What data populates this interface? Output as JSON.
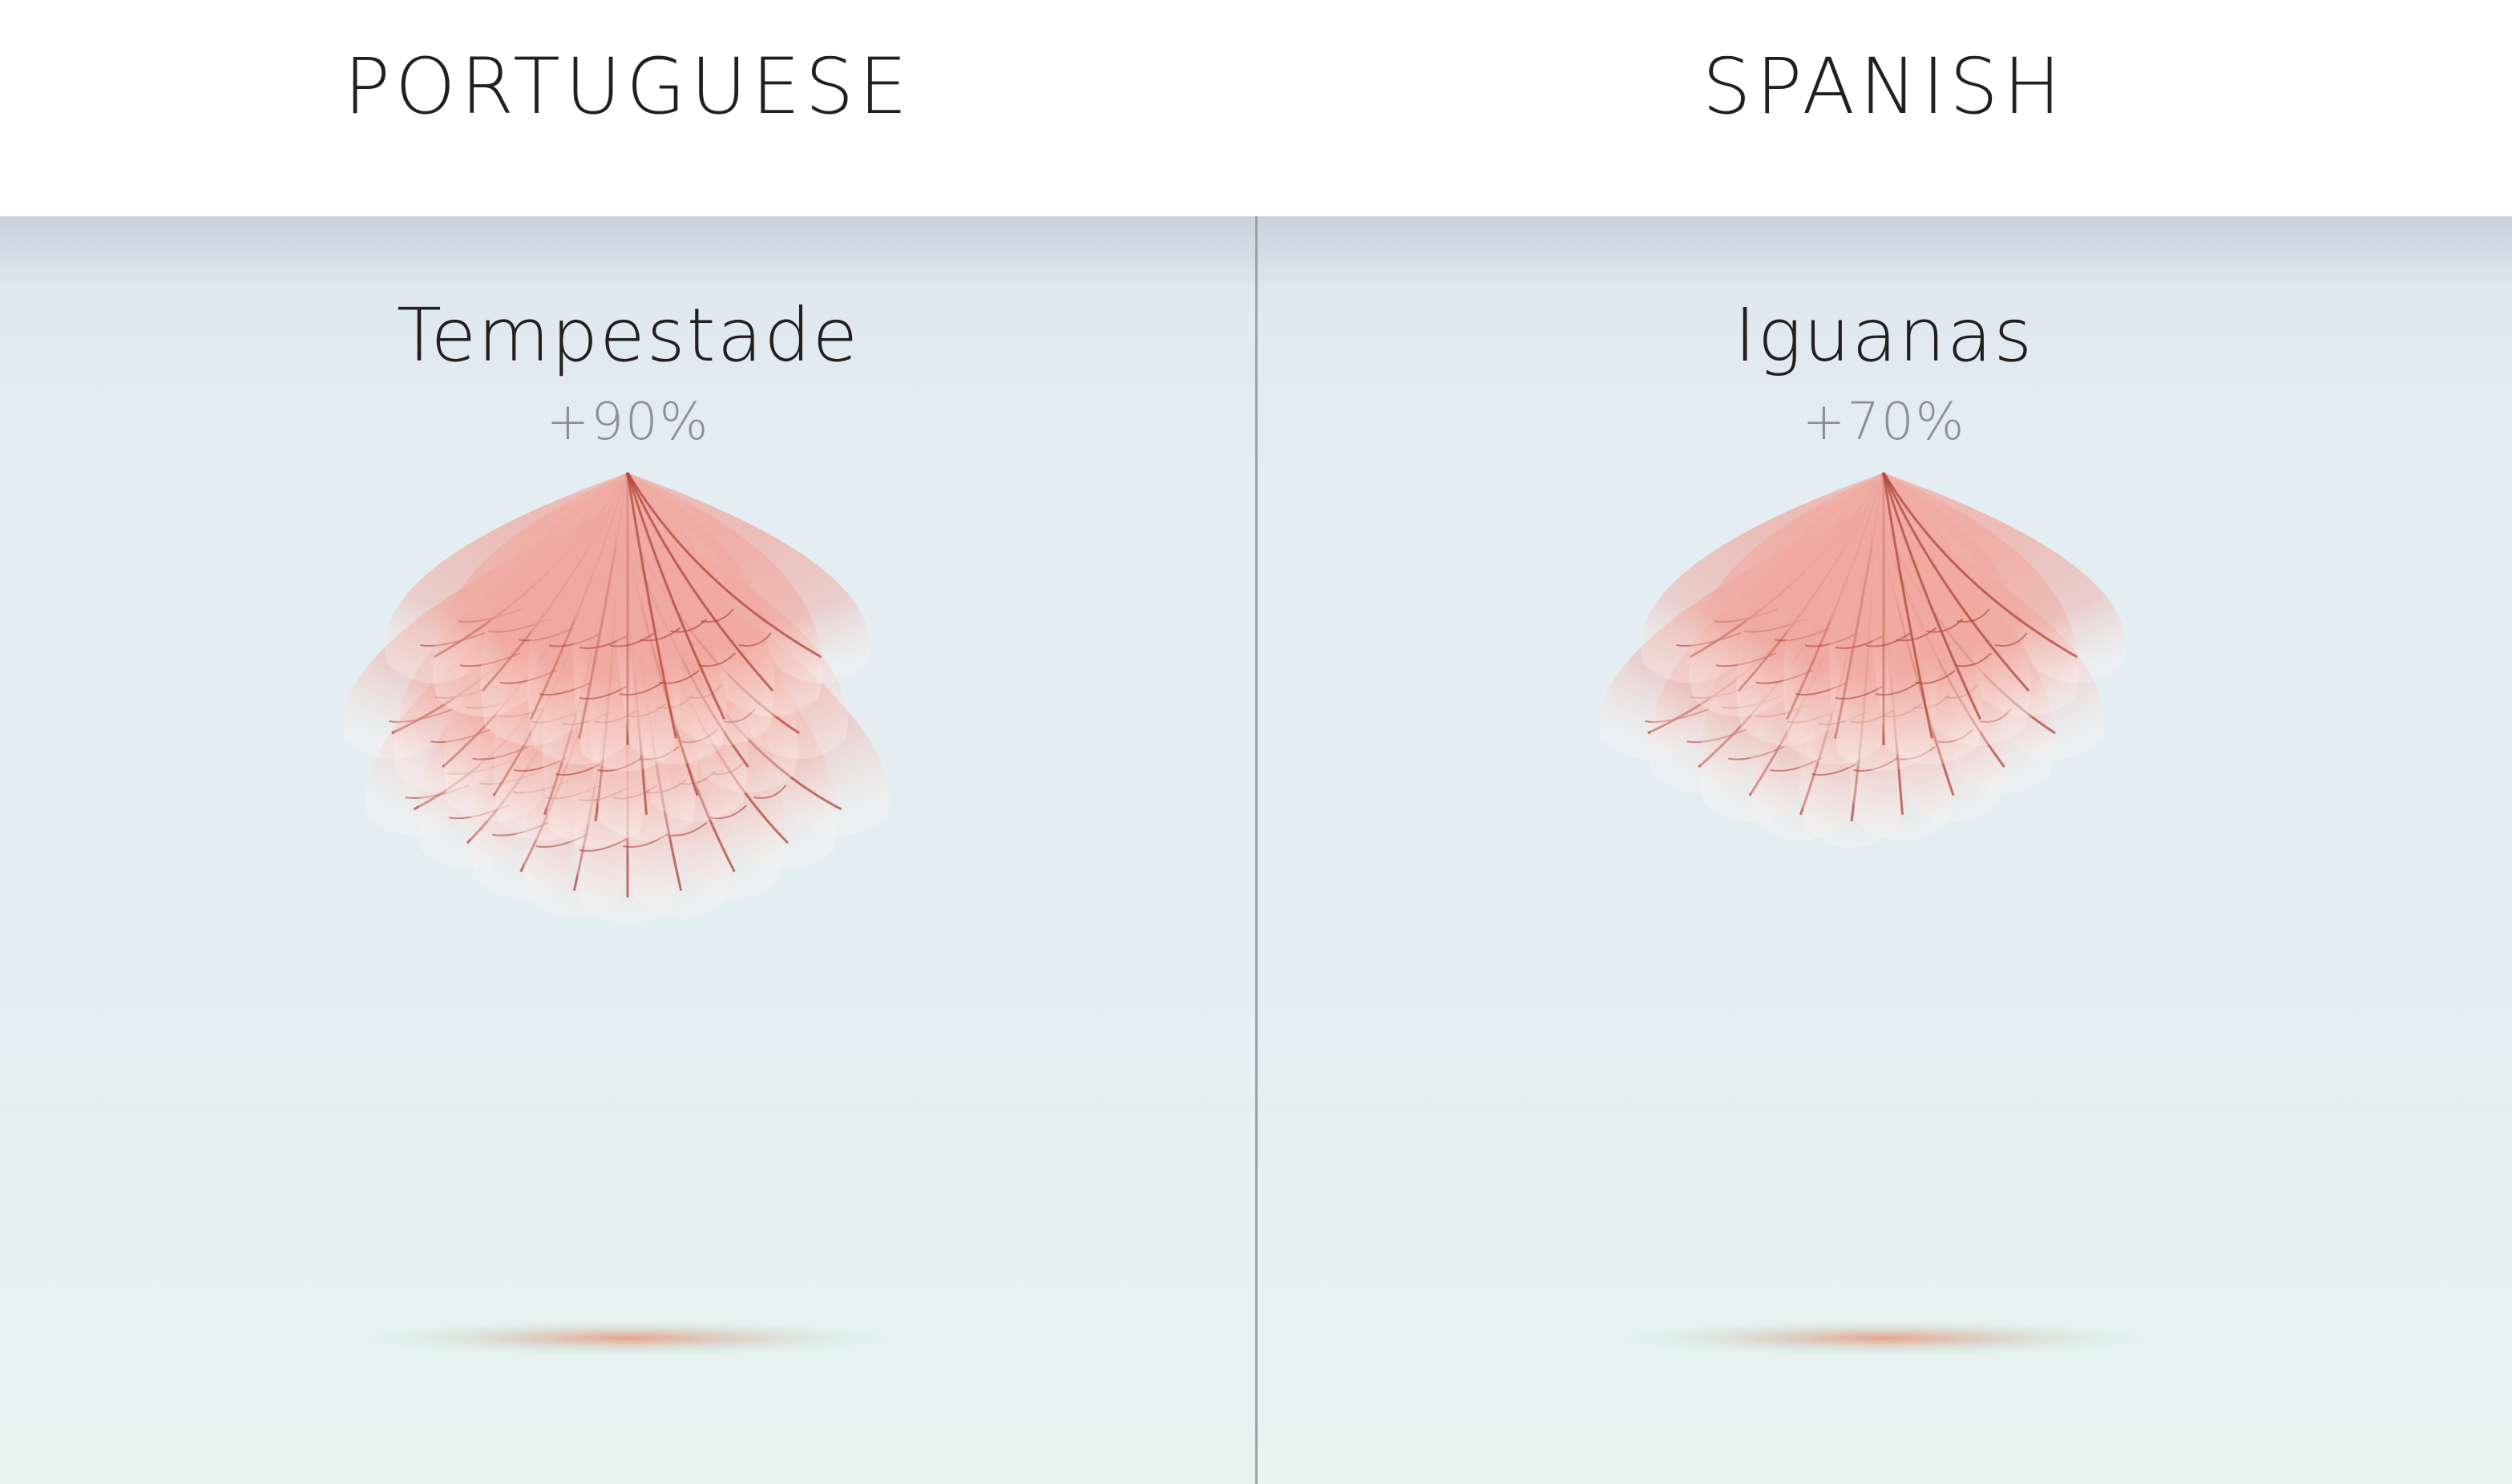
{
  "panels": [
    {
      "language": "PORTUGUESE",
      "word": "Tempestade",
      "percent": "+90%",
      "value": 90
    },
    {
      "language": "SPANISH",
      "word": "Iguanas",
      "percent": "+70%",
      "value": 70
    }
  ],
  "colors": {
    "petal": "#f0a9a0",
    "vein": "#b0453a",
    "title": "#231f20",
    "percent": "#8c8f92",
    "shadow": "#e89a7e"
  }
}
